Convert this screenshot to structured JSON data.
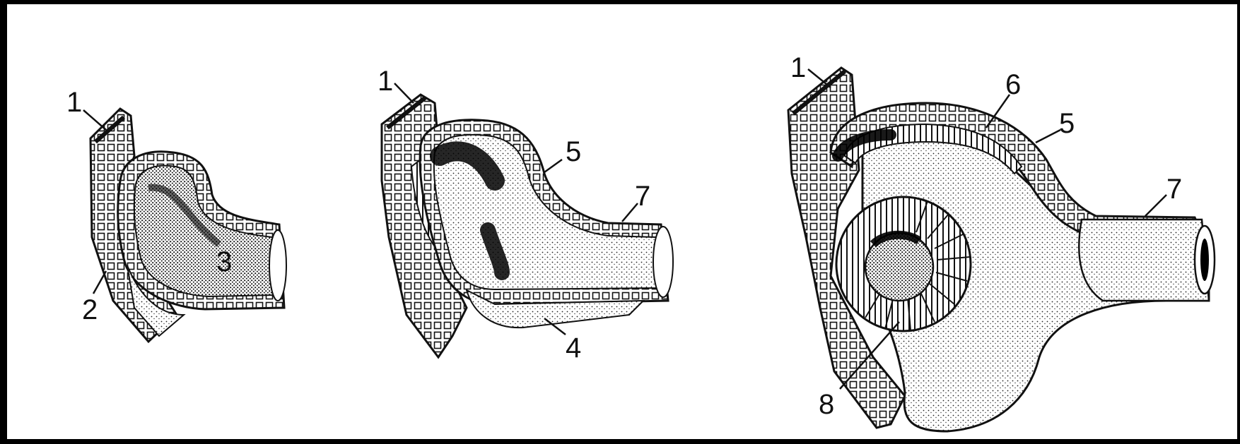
{
  "figure": {
    "background": "#ffffff",
    "frame_color": "#000000",
    "panels": [
      {
        "id": "stage-1",
        "labels": [
          "1",
          "2",
          "3"
        ]
      },
      {
        "id": "stage-2",
        "labels": [
          "1",
          "5",
          "7",
          "4"
        ]
      },
      {
        "id": "stage-3",
        "labels": [
          "1",
          "6",
          "5",
          "7",
          "8"
        ]
      }
    ]
  }
}
